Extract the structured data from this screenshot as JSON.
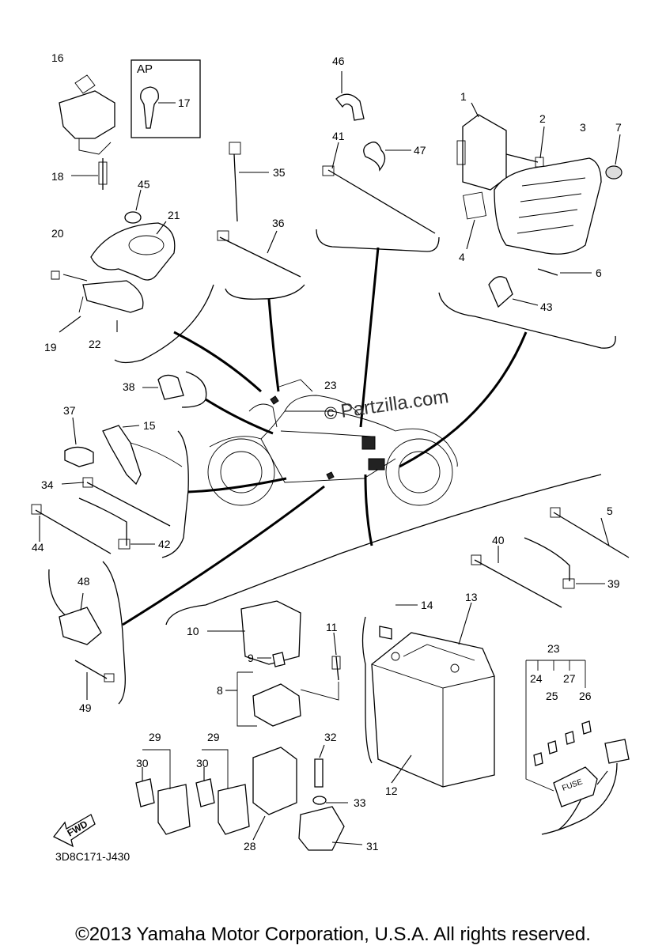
{
  "diagram": {
    "code": "3D8C171-J430",
    "ap_label": "AP",
    "fwd_label": "FWD",
    "fuse_label": "FUSE",
    "watermark": "Partzilla.com",
    "watermark_symbol": "©",
    "copyright": "©2013 Yamaha Motor Corporation, U.S.A. All rights reserved."
  },
  "callouts": {
    "n1": "1",
    "n2": "2",
    "n3": "3",
    "n4": "4",
    "n5": "5",
    "n6": "6",
    "n7": "7",
    "n8": "8",
    "n9": "9",
    "n10": "10",
    "n11": "11",
    "n12": "12",
    "n13": "13",
    "n14": "14",
    "n15": "15",
    "n16": "16",
    "n17": "17",
    "n18": "18",
    "n19": "19",
    "n20": "20",
    "n21": "21",
    "n22": "22",
    "n23a": "23",
    "n23b": "23",
    "n24": "24",
    "n25": "25",
    "n26": "26",
    "n27": "27",
    "n28": "28",
    "n29a": "29",
    "n29b": "29",
    "n30a": "30",
    "n30b": "30",
    "n31": "31",
    "n32": "32",
    "n33": "33",
    "n34": "34",
    "n35": "35",
    "n36": "36",
    "n37": "37",
    "n38": "38",
    "n39": "39",
    "n40": "40",
    "n41": "41",
    "n42": "42",
    "n43": "43",
    "n44": "44",
    "n45": "45",
    "n46": "46",
    "n47": "47",
    "n48": "48",
    "n49": "49"
  }
}
